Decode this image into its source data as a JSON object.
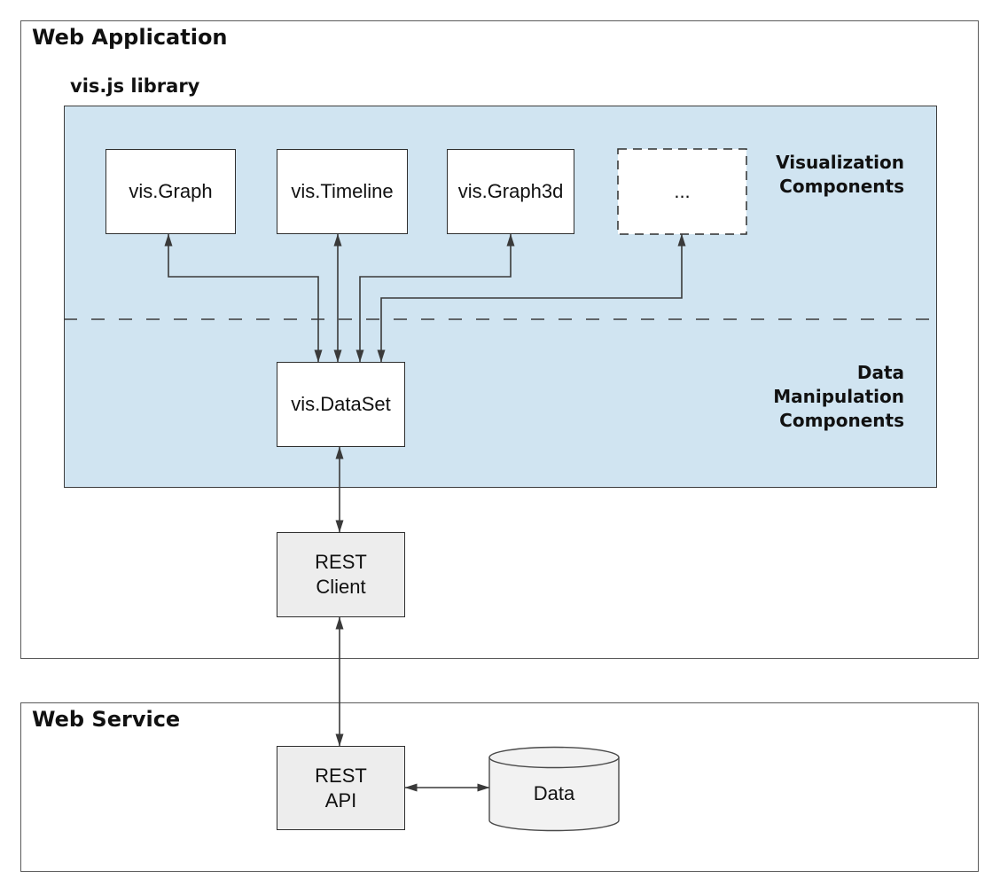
{
  "web_application": {
    "title": "Web Application"
  },
  "web_service": {
    "title": "Web Service"
  },
  "vis_library": {
    "title": "vis.js library"
  },
  "component_boxes": {
    "graph": {
      "label": "vis.Graph"
    },
    "timeline": {
      "label": "vis.Timeline"
    },
    "graph3d": {
      "label": "vis.Graph3d"
    },
    "more": {
      "label": "..."
    },
    "dataset": {
      "label": "vis.DataSet"
    }
  },
  "rest_client": {
    "line1": "REST",
    "line2": "Client"
  },
  "rest_api": {
    "line1": "REST",
    "line2": "API"
  },
  "data_store": {
    "label": "Data"
  },
  "section_labels": {
    "visualization": {
      "line1": "Visualization",
      "line2": "Components"
    },
    "data_manipulation": {
      "line1": "Data",
      "line2": "Manipulation",
      "line3": "Components"
    }
  },
  "colors": {
    "panel_fill": "#d0e4f1",
    "box_fill": "#ffffff",
    "gray_fill": "#ededed",
    "cylinder_fill": "#f2f2f2",
    "line": "#3a3a3a",
    "border_dark": "#2e2e2e",
    "frame_border": "#5a5a5a",
    "text": "#111111"
  }
}
